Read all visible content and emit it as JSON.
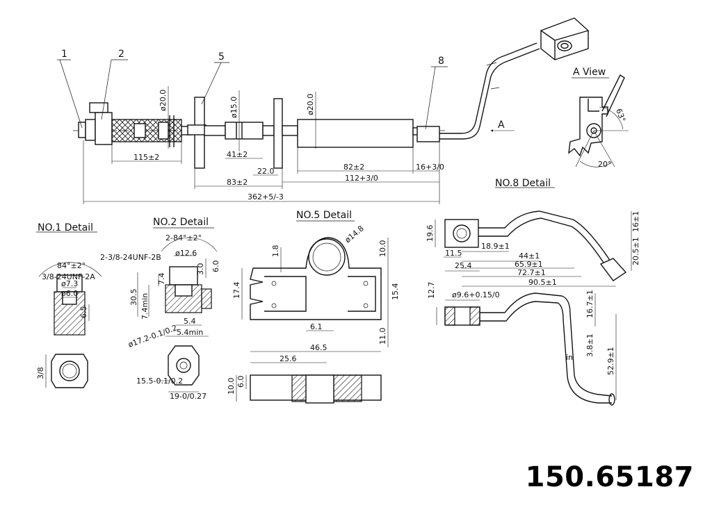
{
  "part_number": "150.65187",
  "callouts": [
    "1",
    "2",
    "5",
    "8"
  ],
  "views": {
    "main": {
      "dims": [
        "115±2",
        "ø20.0",
        "ø15.0",
        "41±2",
        "22.0",
        "ø20.0",
        "82±2",
        "16+3/0",
        "83±2",
        "112+3/0",
        "362+5/-3"
      ],
      "arrow_label": "A"
    },
    "a_view": {
      "title": "A View",
      "dims": [
        "63°",
        "20°"
      ]
    },
    "no1": {
      "title": "NO.1 Detail",
      "dims": [
        "84°±2°",
        "3/8-24UNF-2A",
        "ø7.3",
        "ø6.0",
        "6.5",
        "3/8"
      ]
    },
    "no2": {
      "title": "NO.2 Detail",
      "dims": [
        "2-84°±2°",
        "2-3/8-24UNF-2B",
        "ø12.6",
        "3.0",
        "6.0",
        "7.4",
        "30.5",
        "7.4min",
        "5.4",
        "5.4min",
        "ø17.2-0.1/0.2",
        "15.5-0.1/0.2",
        "19-0/0.27"
      ]
    },
    "no5": {
      "title": "NO.5 Detail",
      "dims": [
        "ø14.8",
        "1.8",
        "10.0",
        "17.4",
        "15.4",
        "6.1",
        "11.0",
        "46.5",
        "25.6",
        "10.0",
        "6.0"
      ]
    },
    "no8": {
      "title": "NO.8 Detail",
      "dims": [
        "19.6",
        "11.5",
        "18.9±1",
        "44±1",
        "25.4",
        "65.9±1",
        "72.7±1",
        "90.5±1",
        "16±1",
        "20.5±1",
        "12.7",
        "ø9.6+0.15/0",
        "16.7±1",
        "3.8±1",
        "52.9±1",
        "in"
      ]
    }
  }
}
